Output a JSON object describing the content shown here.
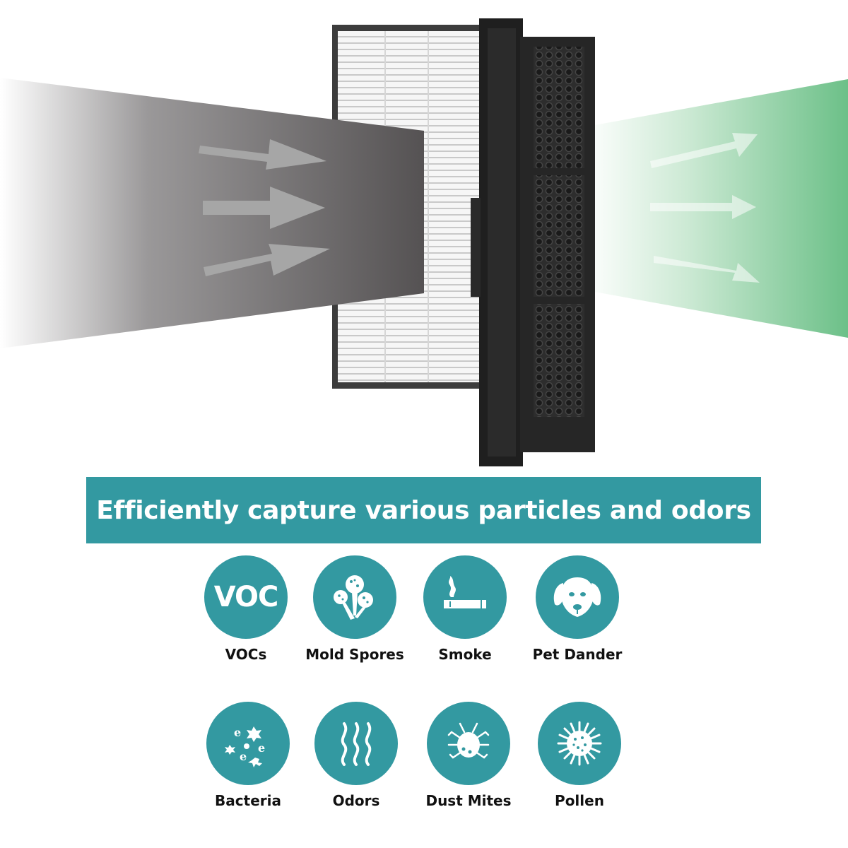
{
  "banner": {
    "text": "Efficiently capture various particles and odors"
  },
  "colors": {
    "accent": "#3399a1",
    "inflow": "#555253",
    "outflow": "#6cc088"
  },
  "hero": {
    "image": "filter-airflow-illustration",
    "arrows_in": 3,
    "arrows_out": 3
  },
  "features": [
    {
      "label": "VOCs",
      "icon": "voc-icon",
      "icon_text": "VOC"
    },
    {
      "label": "Mold Spores",
      "icon": "mold-spores-icon"
    },
    {
      "label": "Smoke",
      "icon": "cigarette-icon"
    },
    {
      "label": "Pet Dander",
      "icon": "dog-icon"
    },
    {
      "label": "Bacteria",
      "icon": "bacteria-icon"
    },
    {
      "label": "Odors",
      "icon": "odor-waves-icon"
    },
    {
      "label": "Dust Mites",
      "icon": "dust-mite-icon"
    },
    {
      "label": "Pollen",
      "icon": "pollen-icon"
    }
  ]
}
